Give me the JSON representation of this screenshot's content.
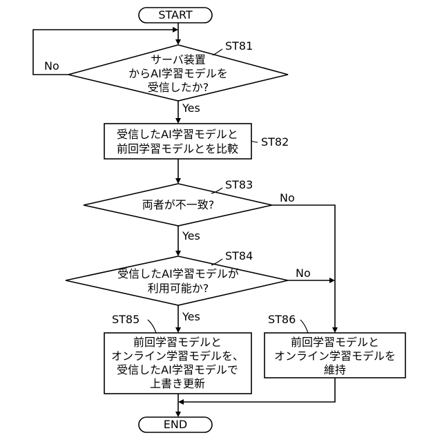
{
  "terminals": {
    "start": "START",
    "end": "END"
  },
  "steps": {
    "st81": {
      "id": "ST81",
      "lines": [
        "サーバ装置",
        "からAI学習モデルを",
        "受信したか?"
      ]
    },
    "st82": {
      "id": "ST82",
      "lines": [
        "受信したAI学習モデルと",
        "前回学習モデルとを比較"
      ]
    },
    "st83": {
      "id": "ST83",
      "lines": [
        "両者が不一致?"
      ]
    },
    "st84": {
      "id": "ST84",
      "lines": [
        "受信したAI学習モデルが",
        "利用可能か?"
      ]
    },
    "st85": {
      "id": "ST85",
      "lines": [
        "前回学習モデルと",
        "オンライン学習モデルを、",
        "受信したAI学習モデルで",
        "上書き更新"
      ]
    },
    "st86": {
      "id": "ST86",
      "lines": [
        "前回学習モデルと",
        "オンライン学習モデルを",
        "維持"
      ]
    }
  },
  "branch_labels": {
    "yes": "Yes",
    "no": "No"
  }
}
